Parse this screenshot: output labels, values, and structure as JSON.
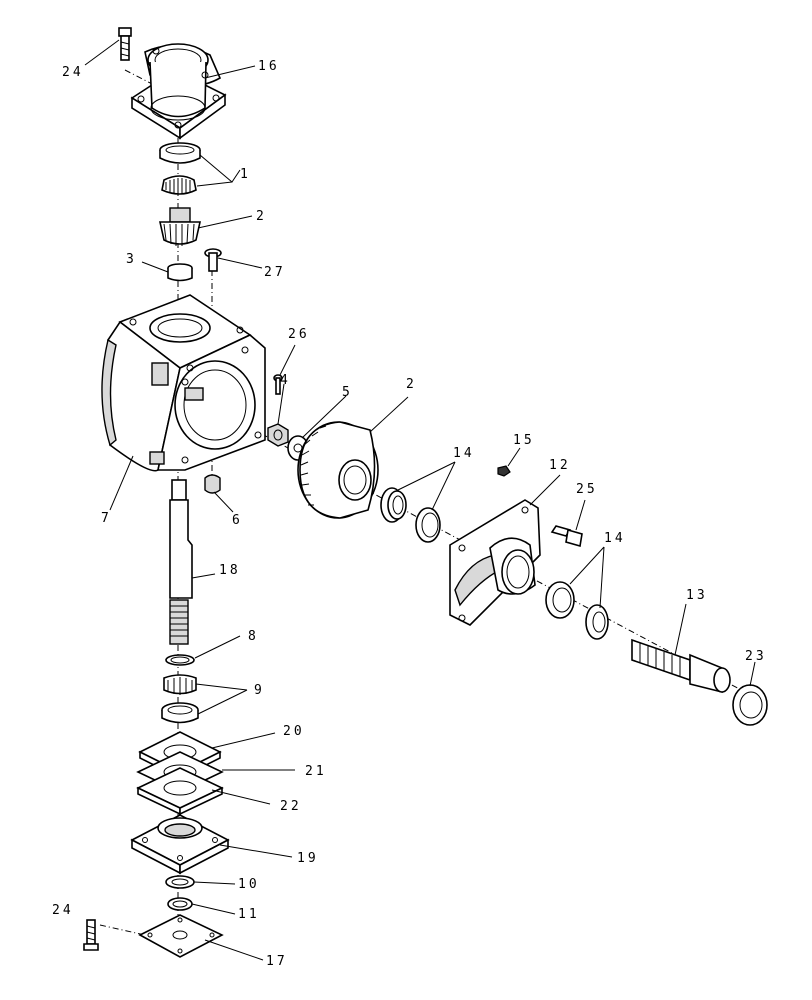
{
  "callouts": [
    {
      "id": "c24a",
      "label": "24"
    },
    {
      "id": "c16",
      "label": "16"
    },
    {
      "id": "c1",
      "label": "1"
    },
    {
      "id": "c2a",
      "label": "2"
    },
    {
      "id": "c3",
      "label": "3"
    },
    {
      "id": "c27",
      "label": "27"
    },
    {
      "id": "c26",
      "label": "26"
    },
    {
      "id": "c4",
      "label": "4"
    },
    {
      "id": "c5",
      "label": "5"
    },
    {
      "id": "c2b",
      "label": "2"
    },
    {
      "id": "c15",
      "label": "15"
    },
    {
      "id": "c12",
      "label": "12"
    },
    {
      "id": "c25",
      "label": "25"
    },
    {
      "id": "c14a",
      "label": "14"
    },
    {
      "id": "c14b",
      "label": "14"
    },
    {
      "id": "c7",
      "label": "7"
    },
    {
      "id": "c6",
      "label": "6"
    },
    {
      "id": "c18",
      "label": "18"
    },
    {
      "id": "c13",
      "label": "13"
    },
    {
      "id": "c23",
      "label": "23"
    },
    {
      "id": "c8",
      "label": "8"
    },
    {
      "id": "c9",
      "label": "9"
    },
    {
      "id": "c20",
      "label": "20"
    },
    {
      "id": "c21",
      "label": "21"
    },
    {
      "id": "c22",
      "label": "22"
    },
    {
      "id": "c19",
      "label": "19"
    },
    {
      "id": "c10",
      "label": "10"
    },
    {
      "id": "c11",
      "label": "11"
    },
    {
      "id": "c24b",
      "label": "24"
    },
    {
      "id": "c17",
      "label": "17"
    }
  ]
}
